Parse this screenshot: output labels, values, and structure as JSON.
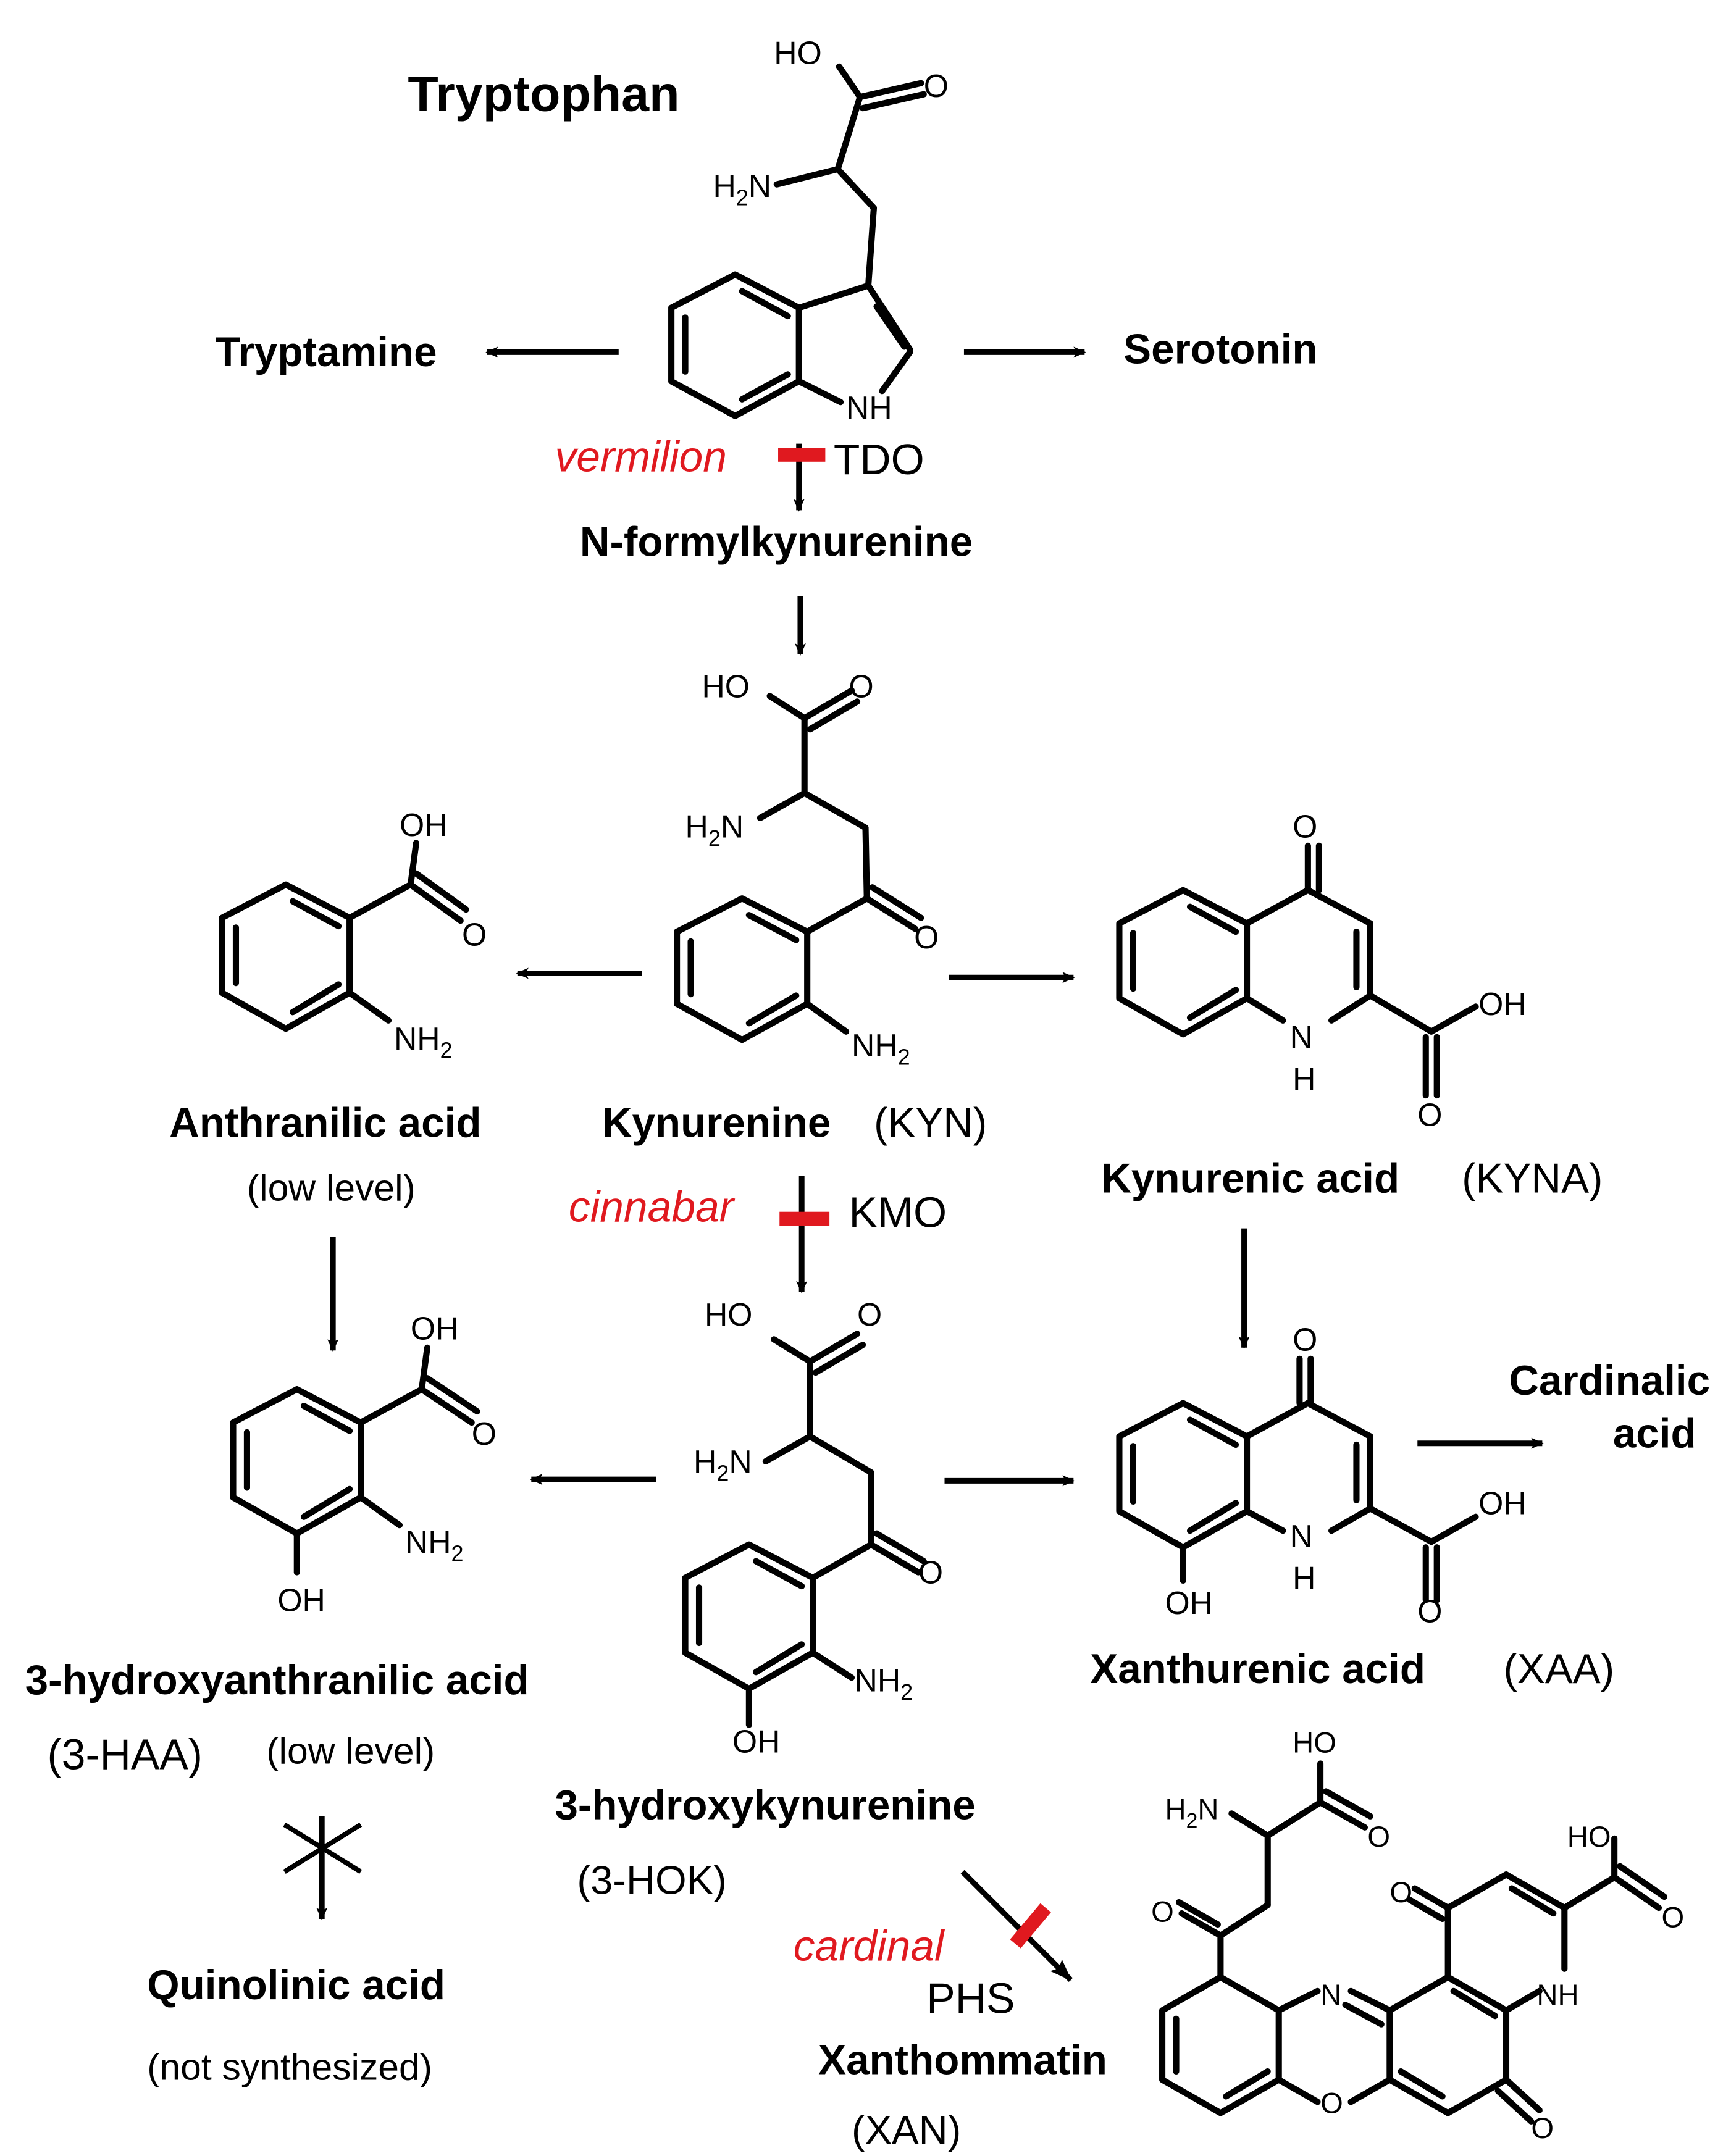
{
  "compounds": {
    "tryptophan": "Tryptophan",
    "tryptamine": "Tryptamine",
    "serotonin": "Serotonin",
    "n_formylkynurenine": "N-formylkynurenine",
    "kynurenine": "Kynurenine",
    "kynurenine_abbr": "(KYN)",
    "anthranilic_acid": "Anthranilic acid",
    "anthranilic_note": "(low level)",
    "kynurenic_acid": "Kynurenic  acid",
    "kynurenic_abbr": "(KYNA)",
    "hydroxyanthranilic_acid": "3-hydroxyanthranilic acid",
    "hydroxyanthranilic_abbr": "(3-HAA)",
    "hydroxyanthranilic_note": "(low level)",
    "hydroxykynurenine": "3-hydroxykynurenine",
    "hydroxykynurenine_abbr": "(3-HOK)",
    "xanthurenic_acid": "Xanthurenic  acid",
    "xanthurenic_abbr": "(XAA)",
    "cardinalic_line1": "Cardinalic",
    "cardinalic_line2": "acid",
    "quinolinic_acid": "Quinolinic acid",
    "quinolinic_note": "(not synthesized)",
    "xanthommatin": "Xanthommatin",
    "xanthommatin_abbr": "(XAN)"
  },
  "genes": {
    "vermilion": "vermilion",
    "cinnabar": "cinnabar",
    "cardinal": "cardinal"
  },
  "enzymes": {
    "tdo": "TDO",
    "kmo": "KMO",
    "phs": "PHS"
  },
  "atoms": {
    "ho": "HO",
    "oh": "OH",
    "o": "O",
    "h2n_h": "H",
    "h2n_2": "2",
    "h2n_n": "N",
    "nh2_nh": "NH",
    "nh2_2": "2",
    "nh": "NH",
    "n": "N",
    "h": "H"
  },
  "colors": {
    "gene_red": "#e0191f",
    "block_bar": "#e0191f",
    "text": "#000000",
    "background": "#ffffff"
  }
}
